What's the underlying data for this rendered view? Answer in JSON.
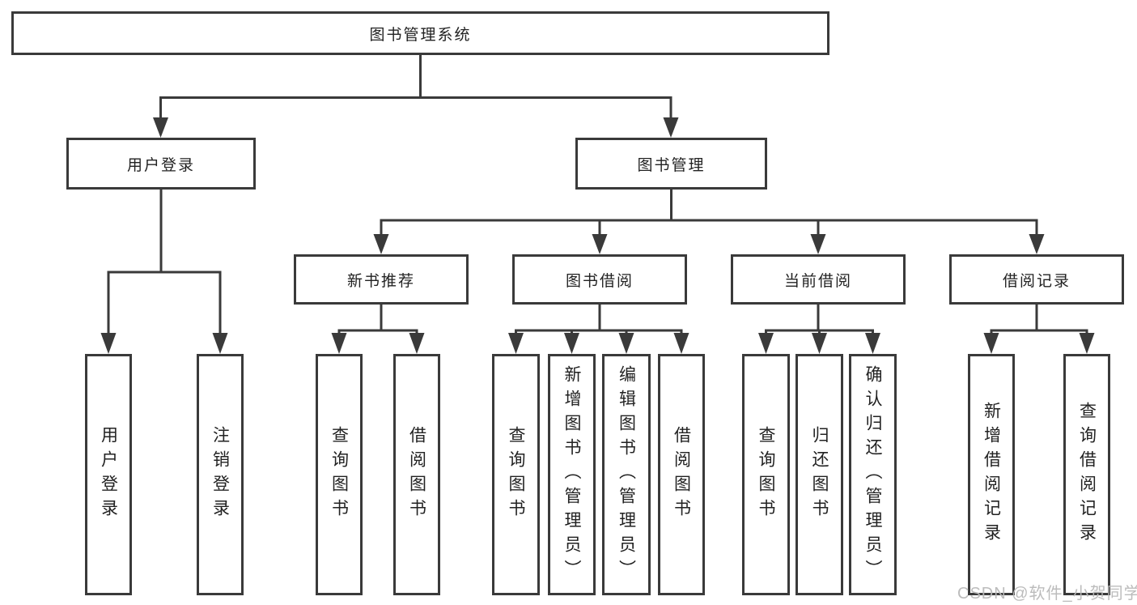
{
  "diagram": {
    "tree": {
      "root": "图书管理系统",
      "children": [
        {
          "label": "用户登录",
          "children": [
            "用户登录",
            "注销登录"
          ]
        },
        {
          "label": "图书管理",
          "children": [
            {
              "label": "新书推荐",
              "children": [
                "查询图书",
                "借阅图书"
              ]
            },
            {
              "label": "图书借阅",
              "children": [
                "查询图书",
                "新增图书（管理员）",
                "编辑图书（管理员）",
                "借阅图书"
              ]
            },
            {
              "label": "当前借阅",
              "children": [
                "查询图书",
                "归还图书",
                "确认归还（管理员）"
              ]
            },
            {
              "label": "借阅记录",
              "children": [
                "新增借阅记录",
                "查询借阅记录"
              ]
            }
          ]
        }
      ]
    },
    "watermark": "CSDN @软件_小贺同学",
    "colors": {
      "line": "#3a3a3a",
      "text": "#222222",
      "background": "#ffffff",
      "watermark": "#b8b8b8"
    }
  }
}
